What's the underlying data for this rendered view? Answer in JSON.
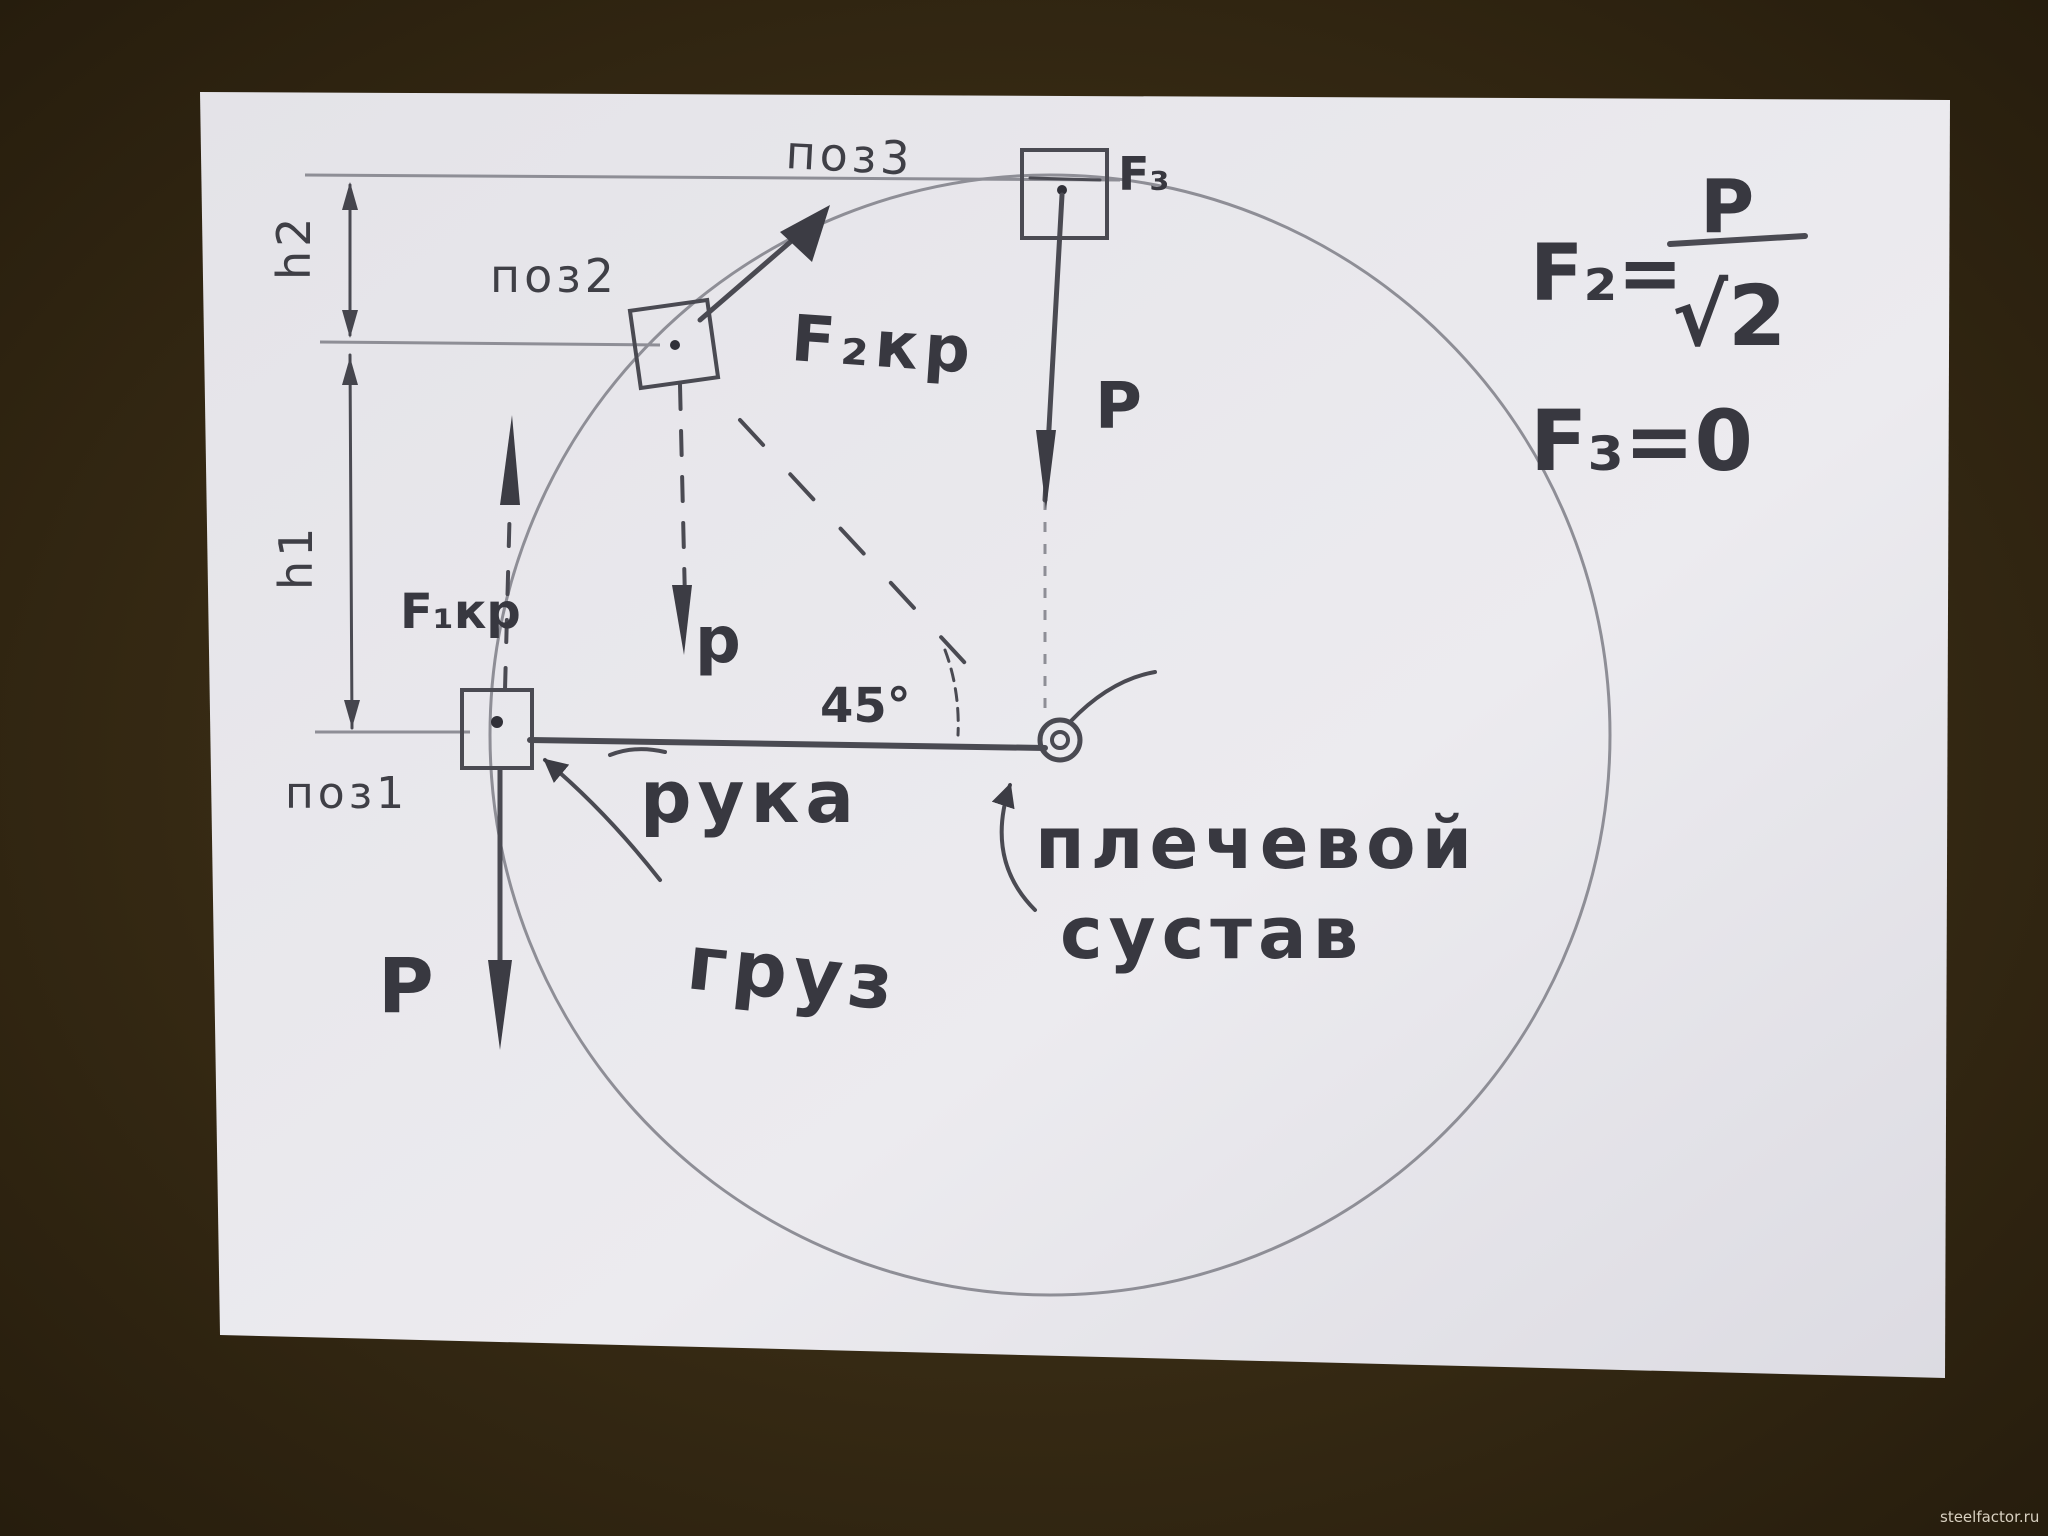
{
  "labels": {
    "pos1": "поз1",
    "pos2": "поз2",
    "pos3": "поз3",
    "f1kr": "F₁кр",
    "f2kr": "F₂кр",
    "f3": "F₃",
    "p_left": "P",
    "p_mid": "p",
    "p_right": "P",
    "h1": "h1",
    "h2": "h2",
    "angle": "45°",
    "arm": "рука",
    "load": "груз",
    "shoulder_line1": "плечевой",
    "shoulder_line2": "сустав"
  },
  "formulas": {
    "f2_lhs": "F₂=",
    "f2_num": "P",
    "f2_den": "√2",
    "f3": "F₃=0"
  },
  "watermark": "steelfactor.ru",
  "colors": {
    "table": "#2e2410",
    "paper": "#e9e8ec",
    "pencil": "#4a4a52"
  }
}
